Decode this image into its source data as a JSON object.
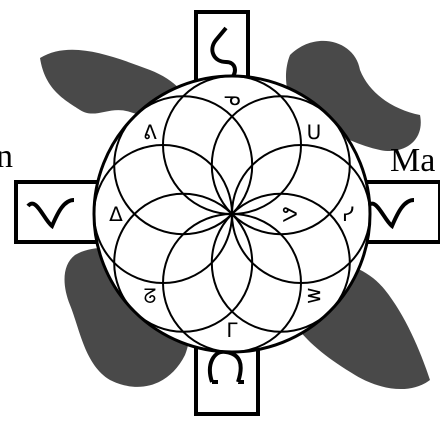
{
  "labels": {
    "left": "n",
    "right": "Ma"
  },
  "colors": {
    "ink": "#000000",
    "background": "#ffffff",
    "blot": "#3a3a3a"
  },
  "glyph_ring": [
    {
      "name": "glyph-top",
      "symbol": "ᓀ"
    },
    {
      "name": "glyph-top-right",
      "symbol": "ᑌ"
    },
    {
      "name": "glyph-right",
      "symbol": "ᓯ"
    },
    {
      "name": "glyph-bottom-right",
      "symbol": "ᕒ"
    },
    {
      "name": "glyph-bottom",
      "symbol": "ᒥ"
    },
    {
      "name": "glyph-bottom-left",
      "symbol": "ᘔ"
    },
    {
      "name": "glyph-left",
      "symbol": "ᐃ"
    },
    {
      "name": "glyph-top-left",
      "symbol": "ᕕ"
    }
  ],
  "center_glyph": "ᕗ",
  "tabs": {
    "top_symbol": "glyph",
    "left_symbol": "wave",
    "right_symbol": "wave",
    "bottom_symbol": "horns"
  }
}
